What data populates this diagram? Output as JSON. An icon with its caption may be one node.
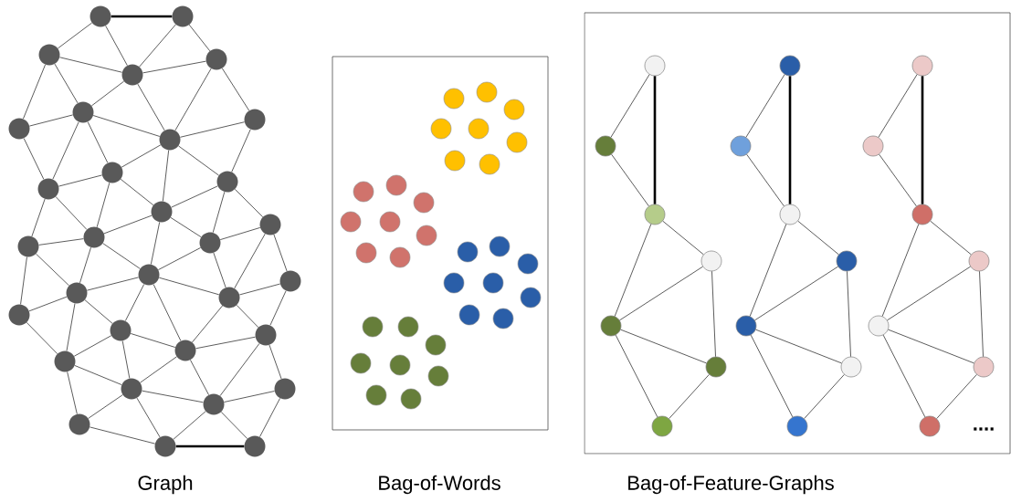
{
  "diagram": {
    "nodes": [
      {
        "text": [],
        "shape": "circle"
      },
      {
        "text": [],
        "shape": "circle"
      },
      {
        "text": [],
        "shape": "circle"
      },
      {
        "text": [],
        "shape": "circle"
      },
      {
        "text": [],
        "shape": "circle"
      },
      {
        "text": [],
        "shape": "circle"
      },
      {
        "text": [],
        "shape": "circle"
      },
      {
        "text": [],
        "shape": "circle"
      },
      {
        "text": [],
        "shape": "circle"
      },
      {
        "text": [],
        "shape": "circle"
      },
      {
        "text": [],
        "shape": "circle"
      },
      {
        "text": [],
        "shape": "circle"
      },
      {
        "text": [],
        "shape": "circle"
      },
      {
        "text": [],
        "shape": "circle"
      },
      {
        "text": [],
        "shape": "circle"
      },
      {
        "text": [],
        "shape": "circle"
      },
      {
        "text": [],
        "shape": "circle"
      },
      {
        "text": [],
        "shape": "circle"
      },
      {
        "text": [],
        "shape": "circle"
      },
      {
        "text": [],
        "shape": "circle"
      },
      {
        "text": [],
        "shape": "circle"
      },
      {
        "text": [],
        "shape": "circle"
      },
      {
        "text": [],
        "shape": "circle"
      },
      {
        "text": [],
        "shape": "circle"
      },
      {
        "text": [],
        "shape": "circle"
      },
      {
        "text": [],
        "shape": "circle"
      },
      {
        "text": [],
        "shape": "circle"
      },
      {
        "text": [],
        "shape": "circle"
      },
      {
        "text": [],
        "shape": "circle"
      },
      {
        "text": [],
        "shape": "circle"
      },
      {
        "text": [],
        "shape": "circle"
      },
      {
        "text": [],
        "shape": "circle"
      },
      {
        "text": [],
        "shape": "circle"
      },
      {
        "text": [],
        "shape": "circle"
      },
      {
        "text": [],
        "shape": "circle"
      },
      {
        "text": [],
        "shape": "circle"
      },
      {
        "text": [],
        "shape": "circle"
      },
      {
        "text": [],
        "shape": "circle"
      },
      {
        "text": [],
        "shape": "circle"
      },
      {
        "text": [],
        "shape": "circle"
      },
      {
        "text": [],
        "shape": "circle"
      },
      {
        "text": [],
        "shape": "circle"
      },
      {
        "text": [],
        "shape": "circle"
      },
      {
        "text": [],
        "shape": "circle"
      },
      {
        "text": [],
        "shape": "circle"
      },
      {
        "text": [],
        "shape": "circle"
      },
      {
        "text": [],
        "shape": "circle"
      },
      {
        "text": [],
        "shape": "circle"
      },
      {
        "text": [],
        "shape": "circle"
      },
      {
        "text": [],
        "shape": "circle"
      },
      {
        "text": [],
        "shape": "circle"
      },
      {
        "text": [],
        "shape": "circle"
      },
      {
        "text": [],
        "shape": "circle"
      }
    ],
    "edges": [
      {
        "from": 0,
        "to": 1,
        "arrow": "none",
        "style": "thick"
      },
      {
        "from": 0,
        "to": 2,
        "arrow": "none"
      },
      {
        "from": 0,
        "to": 3,
        "arrow": "none"
      },
      {
        "from": 1,
        "to": 3,
        "arrow": "none"
      },
      {
        "from": 1,
        "to": 4,
        "arrow": "none"
      },
      {
        "from": 2,
        "to": 3,
        "arrow": "none"
      },
      {
        "from": 2,
        "to": 6,
        "arrow": "none"
      },
      {
        "from": 2,
        "to": 5,
        "arrow": "none"
      },
      {
        "from": 3,
        "to": 4,
        "arrow": "none"
      },
      {
        "from": 3,
        "to": 5,
        "arrow": "none"
      },
      {
        "from": 3,
        "to": 7,
        "arrow": "none"
      },
      {
        "from": 4,
        "to": 7,
        "arrow": "none"
      },
      {
        "from": 4,
        "to": 8,
        "arrow": "none"
      },
      {
        "from": 5,
        "to": 6,
        "arrow": "none"
      },
      {
        "from": 5,
        "to": 7,
        "arrow": "none"
      },
      {
        "from": 5,
        "to": 9,
        "arrow": "none"
      },
      {
        "from": 5,
        "to": 10,
        "arrow": "none"
      },
      {
        "from": 6,
        "to": 10,
        "arrow": "none"
      },
      {
        "from": 7,
        "to": 9,
        "arrow": "none"
      },
      {
        "from": 7,
        "to": 12,
        "arrow": "none"
      },
      {
        "from": 7,
        "to": 11,
        "arrow": "none"
      },
      {
        "from": 7,
        "to": 8,
        "arrow": "none"
      },
      {
        "from": 8,
        "to": 11,
        "arrow": "none"
      },
      {
        "from": 9,
        "to": 10,
        "arrow": "none"
      },
      {
        "from": 9,
        "to": 12,
        "arrow": "none"
      },
      {
        "from": 9,
        "to": 14,
        "arrow": "none"
      },
      {
        "from": 10,
        "to": 14,
        "arrow": "none"
      },
      {
        "from": 10,
        "to": 15,
        "arrow": "none"
      },
      {
        "from": 11,
        "to": 12,
        "arrow": "none"
      },
      {
        "from": 11,
        "to": 13,
        "arrow": "none"
      },
      {
        "from": 11,
        "to": 16,
        "arrow": "none"
      },
      {
        "from": 12,
        "to": 14,
        "arrow": "none"
      },
      {
        "from": 12,
        "to": 17,
        "arrow": "none"
      },
      {
        "from": 12,
        "to": 16,
        "arrow": "none"
      },
      {
        "from": 13,
        "to": 16,
        "arrow": "none"
      },
      {
        "from": 15,
        "to": 14,
        "arrow": "none"
      },
      {
        "from": 15,
        "to": 19,
        "arrow": "none"
      },
      {
        "from": 15,
        "to": 21,
        "arrow": "none"
      },
      {
        "from": 14,
        "to": 19,
        "arrow": "none"
      },
      {
        "from": 14,
        "to": 17,
        "arrow": "none"
      },
      {
        "from": 16,
        "to": 17,
        "arrow": "none"
      },
      {
        "from": 16,
        "to": 20,
        "arrow": "none"
      },
      {
        "from": 13,
        "to": 20,
        "arrow": "none"
      },
      {
        "from": 13,
        "to": 18,
        "arrow": "none"
      },
      {
        "from": 17,
        "to": 19,
        "arrow": "none"
      },
      {
        "from": 17,
        "to": 22,
        "arrow": "none"
      },
      {
        "from": 17,
        "to": 25,
        "arrow": "none"
      },
      {
        "from": 17,
        "to": 20,
        "arrow": "none"
      },
      {
        "from": 20,
        "to": 18,
        "arrow": "none"
      },
      {
        "from": 20,
        "to": 23,
        "arrow": "none"
      },
      {
        "from": 20,
        "to": 25,
        "arrow": "none"
      },
      {
        "from": 18,
        "to": 23,
        "arrow": "none"
      },
      {
        "from": 19,
        "to": 21,
        "arrow": "none"
      },
      {
        "from": 19,
        "to": 22,
        "arrow": "none"
      },
      {
        "from": 19,
        "to": 24,
        "arrow": "none"
      },
      {
        "from": 21,
        "to": 24,
        "arrow": "none"
      },
      {
        "from": 22,
        "to": 24,
        "arrow": "none"
      },
      {
        "from": 22,
        "to": 25,
        "arrow": "none"
      },
      {
        "from": 22,
        "to": 26,
        "arrow": "none"
      },
      {
        "from": 25,
        "to": 23,
        "arrow": "none"
      },
      {
        "from": 25,
        "to": 26,
        "arrow": "none"
      },
      {
        "from": 25,
        "to": 29,
        "arrow": "none"
      },
      {
        "from": 23,
        "to": 29,
        "arrow": "none"
      },
      {
        "from": 23,
        "to": 27,
        "arrow": "none"
      },
      {
        "from": 24,
        "to": 26,
        "arrow": "none"
      },
      {
        "from": 24,
        "to": 28,
        "arrow": "none"
      },
      {
        "from": 26,
        "to": 28,
        "arrow": "none"
      },
      {
        "from": 26,
        "to": 29,
        "arrow": "none"
      },
      {
        "from": 26,
        "to": 30,
        "arrow": "none"
      },
      {
        "from": 27,
        "to": 29,
        "arrow": "none"
      },
      {
        "from": 27,
        "to": 31,
        "arrow": "none"
      },
      {
        "from": 29,
        "to": 30,
        "arrow": "none"
      },
      {
        "from": 29,
        "to": 31,
        "arrow": "none"
      },
      {
        "from": 28,
        "to": 30,
        "arrow": "none"
      },
      {
        "from": 30,
        "to": 31,
        "arrow": "none",
        "style": "thick"
      },
      {
        "from": 32,
        "to": 33,
        "arrow": "none"
      },
      {
        "from": 32,
        "to": 34,
        "arrow": "none",
        "style": "thick"
      },
      {
        "from": 33,
        "to": 34,
        "arrow": "none"
      },
      {
        "from": 34,
        "to": 35,
        "arrow": "none"
      },
      {
        "from": 34,
        "to": 36,
        "arrow": "none"
      },
      {
        "from": 35,
        "to": 36,
        "arrow": "none"
      },
      {
        "from": 35,
        "to": 37,
        "arrow": "none"
      },
      {
        "from": 36,
        "to": 37,
        "arrow": "none"
      },
      {
        "from": 36,
        "to": 38,
        "arrow": "none"
      },
      {
        "from": 37,
        "to": 38,
        "arrow": "none"
      },
      {
        "from": 39,
        "to": 40,
        "arrow": "none"
      },
      {
        "from": 39,
        "to": 41,
        "arrow": "none",
        "style": "thick"
      },
      {
        "from": 40,
        "to": 41,
        "arrow": "none"
      },
      {
        "from": 41,
        "to": 42,
        "arrow": "none"
      },
      {
        "from": 41,
        "to": 43,
        "arrow": "none"
      },
      {
        "from": 42,
        "to": 43,
        "arrow": "none"
      },
      {
        "from": 42,
        "to": 44,
        "arrow": "none"
      },
      {
        "from": 43,
        "to": 44,
        "arrow": "none"
      },
      {
        "from": 43,
        "to": 45,
        "arrow": "none"
      },
      {
        "from": 44,
        "to": 45,
        "arrow": "none"
      },
      {
        "from": 46,
        "to": 47,
        "arrow": "none"
      },
      {
        "from": 46,
        "to": 48,
        "arrow": "none",
        "style": "thick"
      },
      {
        "from": 47,
        "to": 48,
        "arrow": "none"
      },
      {
        "from": 48,
        "to": 49,
        "arrow": "none"
      },
      {
        "from": 48,
        "to": 50,
        "arrow": "none"
      },
      {
        "from": 49,
        "to": 50,
        "arrow": "none"
      },
      {
        "from": 49,
        "to": 51,
        "arrow": "none"
      },
      {
        "from": 50,
        "to": 51,
        "arrow": "none"
      },
      {
        "from": 50,
        "to": 52,
        "arrow": "none"
      },
      {
        "from": 51,
        "to": 52,
        "arrow": "none"
      }
    ],
    "labels": [
      "Graph",
      "Bag-of-Words",
      "Bag-of-Feature-Graphs",
      "...."
    ]
  }
}
